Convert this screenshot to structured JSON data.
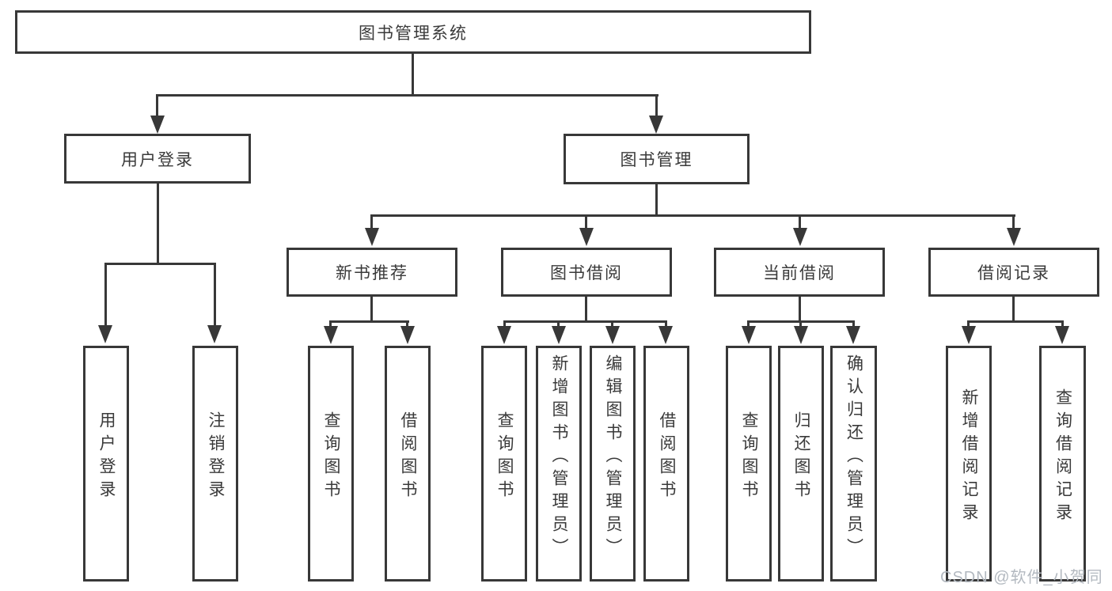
{
  "tree": {
    "root": "图书管理系统",
    "level1": [
      {
        "label": "用户登录",
        "children": [
          "用户登录",
          "注销登录"
        ]
      },
      {
        "label": "图书管理",
        "children": [
          {
            "label": "新书推荐",
            "children": [
              "查询图书",
              "借阅图书"
            ]
          },
          {
            "label": "图书借阅",
            "children": [
              "查询图书",
              "新增图书（管理员）",
              "编辑图书（管理员）",
              "借阅图书"
            ]
          },
          {
            "label": "当前借阅",
            "children": [
              "查询图书",
              "归还图书",
              "确认归还（管理员）"
            ]
          },
          {
            "label": "借阅记录",
            "children": [
              "新增借阅记录",
              "查询借阅记录"
            ]
          }
        ]
      }
    ]
  },
  "watermark": "CSDN @软件_小贺同学",
  "colors": {
    "line": "#383838",
    "text": "#3a3a3a",
    "background": "#ffffff",
    "watermark": "#b3b9c0"
  }
}
